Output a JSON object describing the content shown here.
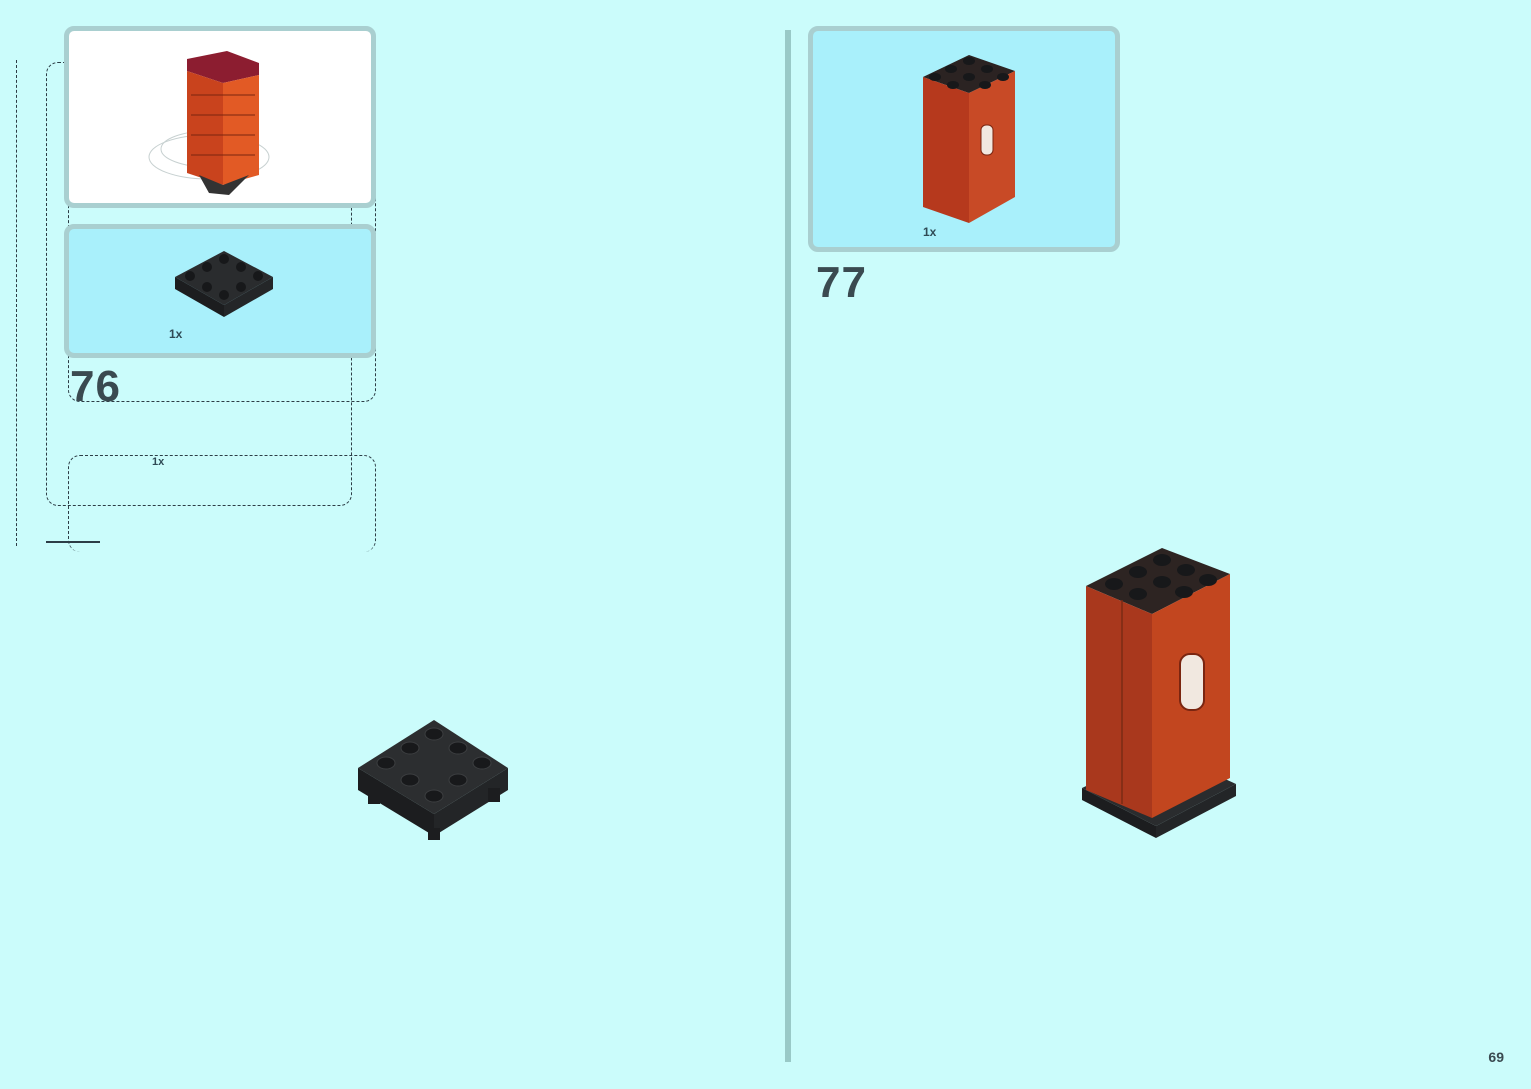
{
  "left": {
    "submodel_callout": {
      "quantity": "1x"
    },
    "parts_callout": {
      "quantity": "1x"
    },
    "step_number": "76"
  },
  "right": {
    "parts_callout": {
      "quantity": "1x"
    },
    "step_number": "77"
  },
  "page_number": "69",
  "colors": {
    "page_background": "#cbfcfb",
    "callout_blue": "#a9f0fb",
    "callout_border": "#a9cfd0",
    "brick_red": "#b8402a",
    "plate_black": "#2a2c2e",
    "divider": "#99c9c7"
  },
  "icons": {
    "wall_part": "reddish-brown-wall-panel",
    "plate_part": "black-4x4-plate-with-studs",
    "tower_model": "assembled-tower"
  }
}
